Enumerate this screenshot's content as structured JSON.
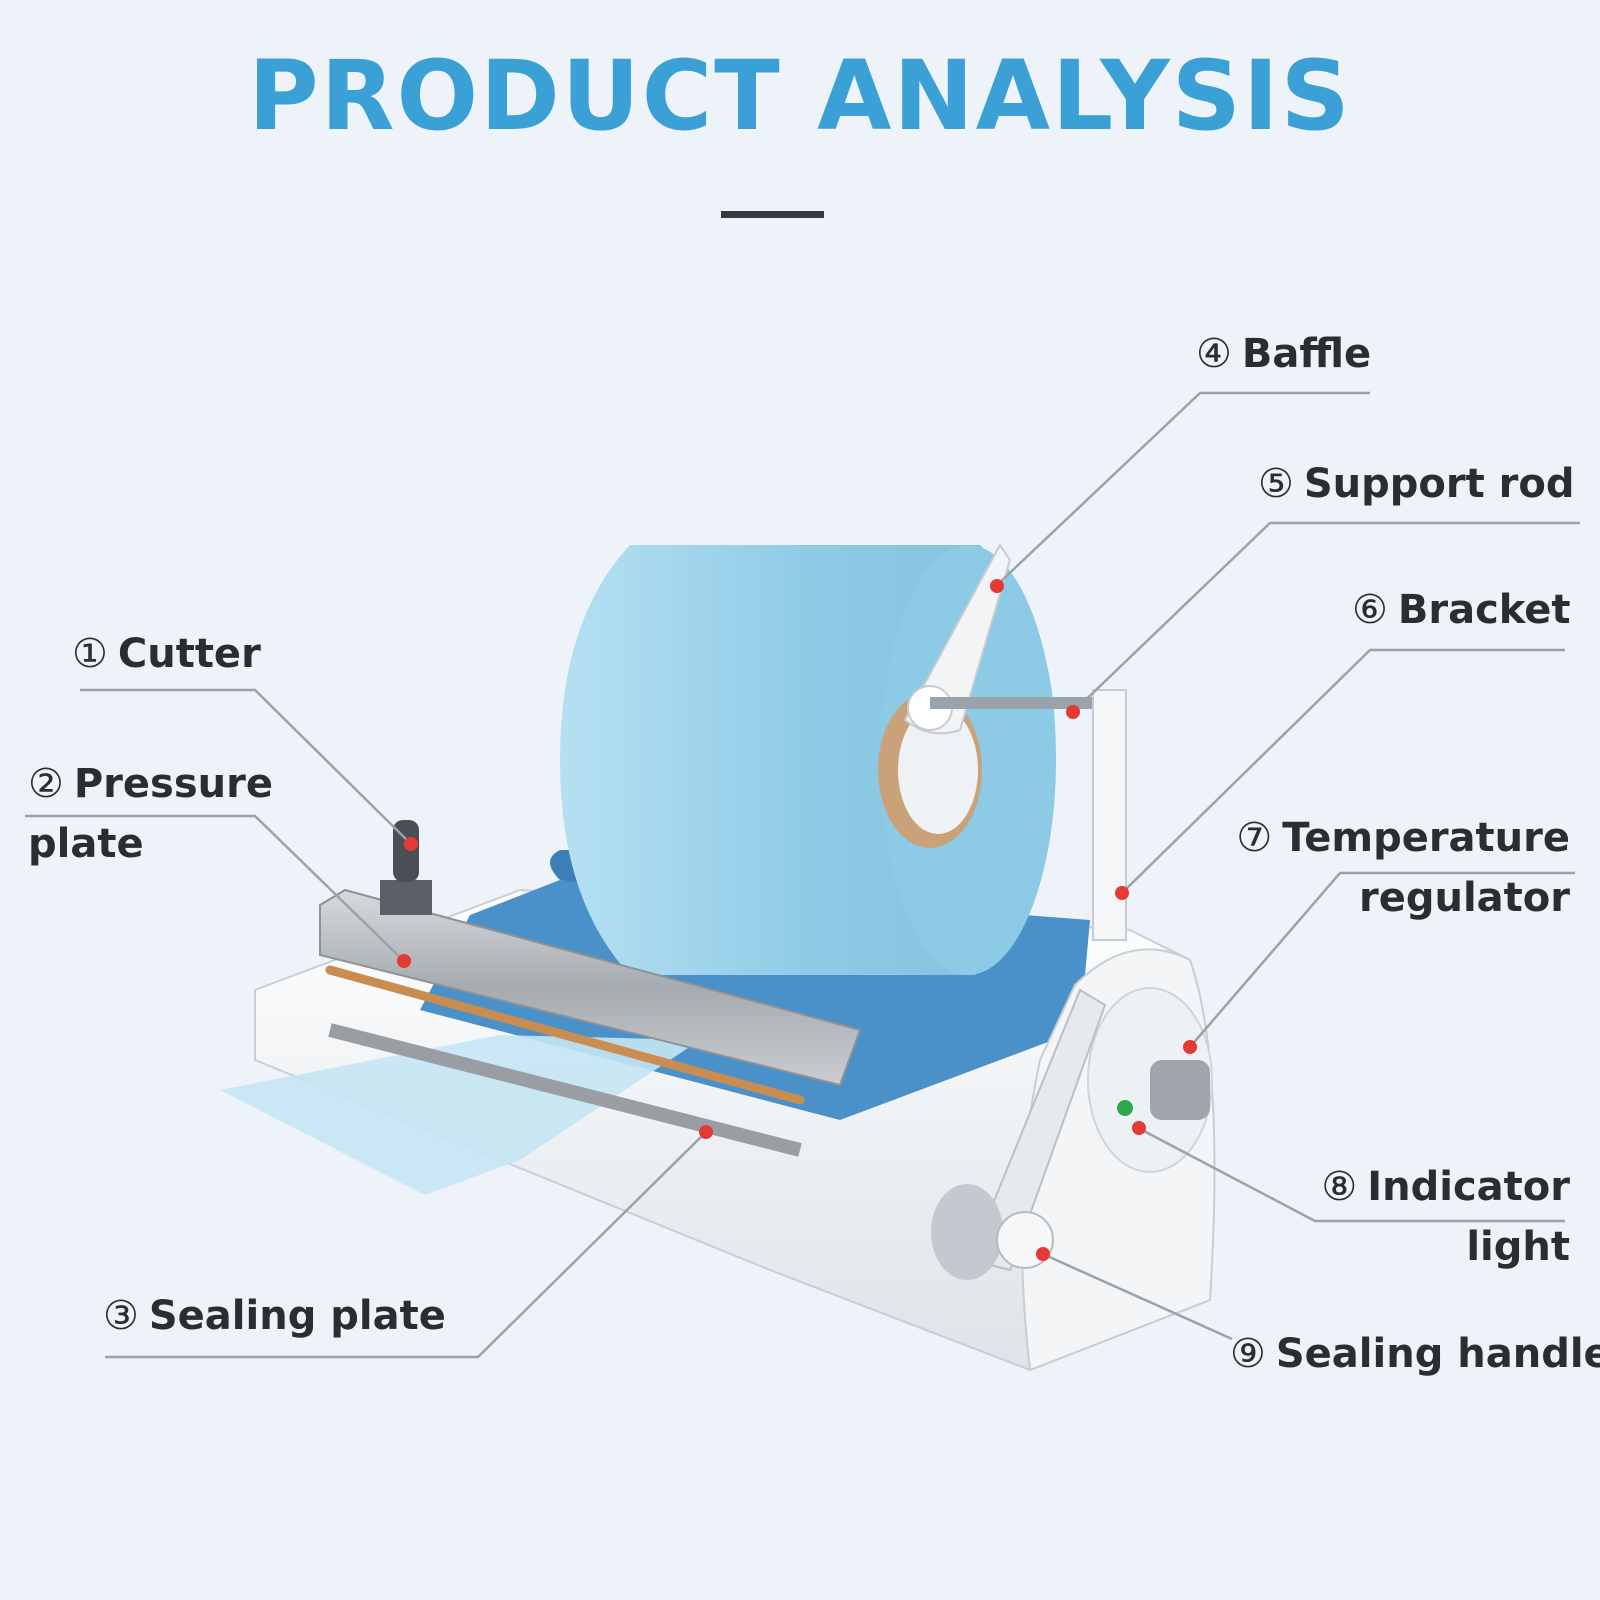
{
  "title": "PRODUCT ANALYSIS",
  "parts": [
    {
      "num": "①",
      "line1": "Cutter",
      "line2": ""
    },
    {
      "num": "②",
      "line1": "Pressure",
      "line2": "plate"
    },
    {
      "num": "③",
      "line1": "Sealing plate",
      "line2": ""
    },
    {
      "num": "④",
      "line1": "Baffle",
      "line2": ""
    },
    {
      "num": "⑤",
      "line1": "Support rod",
      "line2": ""
    },
    {
      "num": "⑥",
      "line1": "Bracket",
      "line2": ""
    },
    {
      "num": "⑦",
      "line1": "Temperature",
      "line2": "regulator"
    },
    {
      "num": "⑧",
      "line1": "Indicator",
      "line2": "light"
    },
    {
      "num": "⑨",
      "line1": "Sealing handle",
      "line2": ""
    }
  ],
  "colors": {
    "title": "#3aa0d6",
    "background": "#edf3f8",
    "marker": "#e53935",
    "leader_line": "#9aa3aa",
    "roll": "#9fd2ea"
  }
}
